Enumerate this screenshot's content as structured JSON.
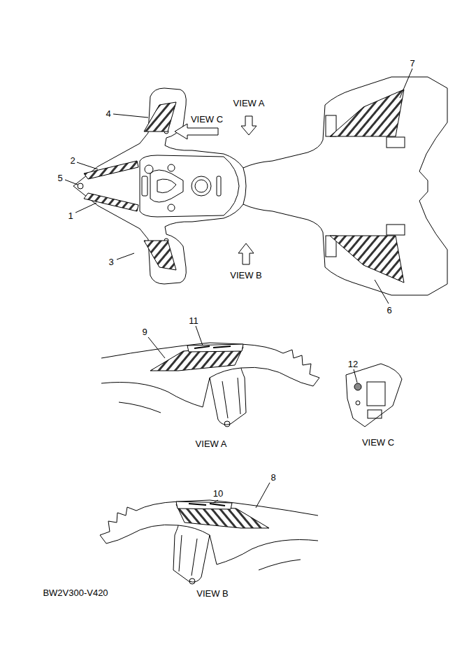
{
  "diagram": {
    "labels": [
      "7",
      "VIEW A",
      "4",
      "VIEW C",
      "2",
      "5",
      "1",
      "3",
      "VIEW B",
      "6",
      "11",
      "9",
      "12",
      "VIEW A",
      "VIEW C",
      "10",
      "8",
      "VIEW B",
      "BW2V300-V420"
    ]
  }
}
